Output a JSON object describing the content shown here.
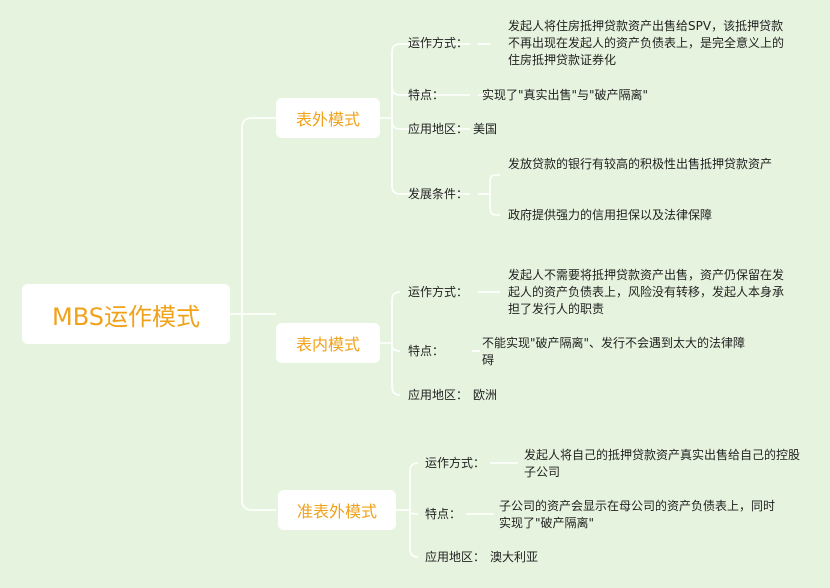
{
  "root": "MBS运作模式",
  "branches": [
    {
      "label": "表外模式",
      "children": [
        {
          "label": "运作方式：",
          "details": [
            "发起人将住房抵押贷款资产出售给SPV，该抵押贷款不再出现在发起人的资产负债表上，是完全意义上的住房抵押贷款证券化"
          ]
        },
        {
          "label": "特点：",
          "details": [
            "实现了\"真实出售\"与\"破产隔离\""
          ]
        },
        {
          "label": "应用地区：",
          "value": "美国"
        },
        {
          "label": "发展条件：",
          "details": [
            "发放贷款的银行有较高的积极性出售抵押贷款资产",
            "政府提供强力的信用担保以及法律保障"
          ]
        }
      ]
    },
    {
      "label": "表内模式",
      "children": [
        {
          "label": "运作方式：",
          "details": [
            "发起人不需要将抵押贷款资产出售，资产仍保留在发起人的资产负债表上，风险没有转移，发起人本身承担了发行人的职责"
          ]
        },
        {
          "label": "特点：",
          "details": [
            "不能实现\"破产隔离\"、发行不会遇到太大的法律障碍"
          ]
        },
        {
          "label": "应用地区：",
          "value": "欧洲"
        }
      ]
    },
    {
      "label": "准表外模式",
      "children": [
        {
          "label": "运作方式：",
          "details": [
            "发起人将自己的抵押贷款资产真实出售给自己的控股子公司"
          ]
        },
        {
          "label": "特点：",
          "details": [
            "子公司的资产会显示在母公司的资产负债表上，同时实现了\"破产隔离\""
          ]
        },
        {
          "label": "应用地区：",
          "value": "澳大利亚"
        }
      ]
    }
  ]
}
